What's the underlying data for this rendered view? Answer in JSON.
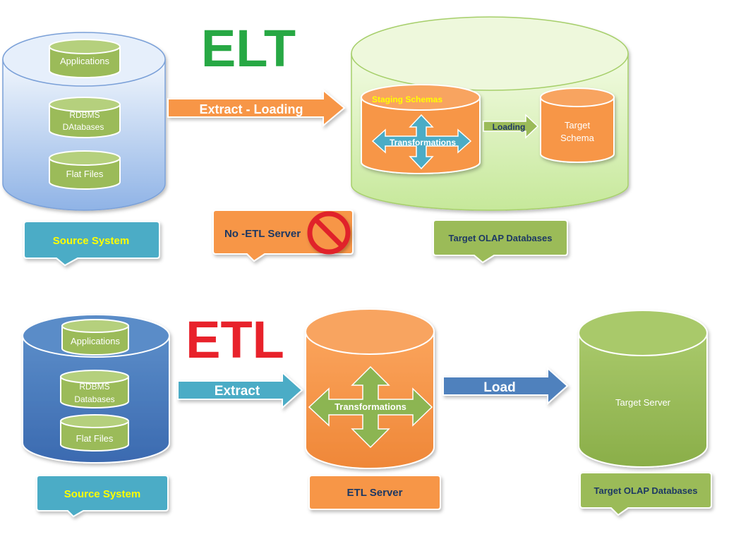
{
  "elt": {
    "title": "ELT",
    "title_color": "#27a844",
    "source_items": [
      "Applications",
      "RDBMS",
      "DAtabases",
      "Flat Files"
    ],
    "extract_loading": "Extract - Loading",
    "staging": "Staging Schemas",
    "transformations": "Transformations",
    "loading": "Loading",
    "target_schema_1": "Target",
    "target_schema_2": "Schema",
    "source_label": "Source System",
    "no_etl_label": "No -ETL Server",
    "target_label": "Target OLAP Databases"
  },
  "etl": {
    "title": "ETL",
    "title_color": "#e8222b",
    "source_items": [
      "Applications",
      "RDBMS",
      "Databases",
      "Flat Files"
    ],
    "extract": "Extract",
    "transformations": "Transformations",
    "load": "Load",
    "target_server": "Target Server",
    "source_label": "Source System",
    "server_label": "ETL Server",
    "target_label": "Target OLAP Databases"
  },
  "colors": {
    "orange": "#f79646",
    "green": "#9bbb59",
    "light_green": "#d7f0b0",
    "blue_light": "#c5d9f1",
    "blue_dark": "#4f81bd",
    "teal": "#4bacc6",
    "yellow_text": "#ffff00",
    "navy_text": "#1f3864"
  }
}
